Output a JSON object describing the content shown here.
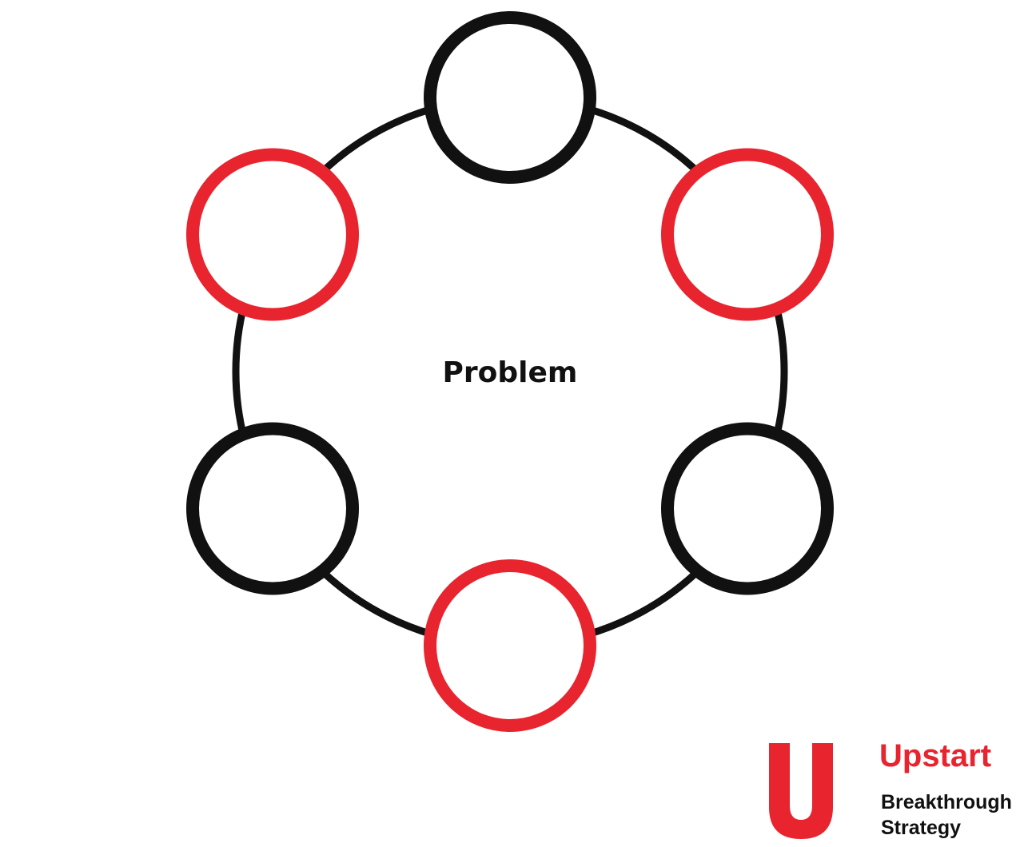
{
  "diagram": {
    "center_label": "Problem",
    "colors": {
      "black": "#111111",
      "red": "#e8242f",
      "background": "#ffffff"
    },
    "nodes": [
      {
        "id": "node-top",
        "color": "black",
        "label": ""
      },
      {
        "id": "node-upper-right",
        "color": "red",
        "label": ""
      },
      {
        "id": "node-lower-right",
        "color": "black",
        "label": ""
      },
      {
        "id": "node-bottom",
        "color": "red",
        "label": ""
      },
      {
        "id": "node-lower-left",
        "color": "black",
        "label": ""
      },
      {
        "id": "node-upper-left",
        "color": "red",
        "label": ""
      }
    ]
  },
  "logo": {
    "mark_icon": "u-letter-icon",
    "name": "Upstart",
    "tagline_line1": "Breakthrough",
    "tagline_line2": "Strategy",
    "brand_color": "#e8242f"
  }
}
